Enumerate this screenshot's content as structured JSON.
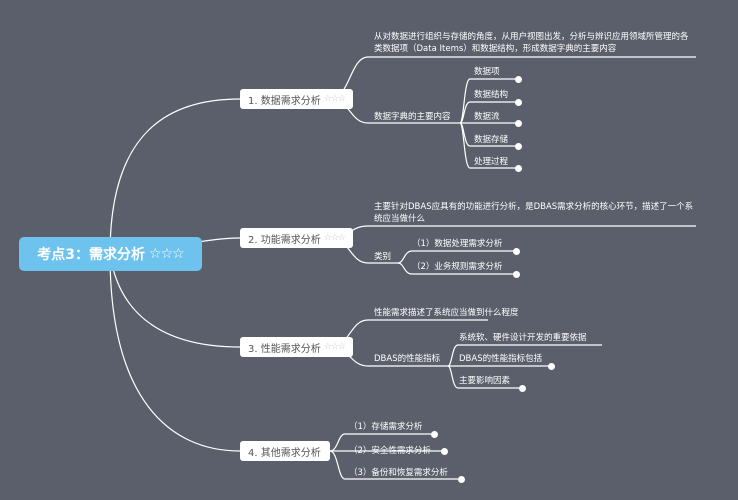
{
  "root": {
    "label": "考点3：需求分析",
    "stars": "☆☆☆"
  },
  "branches": [
    {
      "label": "1. 数据需求分析",
      "stars": "☆☆☆",
      "items": [
        {
          "text": "从对数据进行组织与存储的角度，从用户视图出发，分析与辨识应用领域所管理的各类数据项（Data Items）和数据结构，形成数据字典的主要内容"
        },
        {
          "text": "数据字典的主要内容",
          "children": [
            "数据项",
            "数据结构",
            "数据流",
            "数据存储",
            "处理过程"
          ]
        }
      ]
    },
    {
      "label": "2. 功能需求分析",
      "stars": "☆☆☆",
      "items": [
        {
          "text": "主要针对DBAS应具有的功能进行分析，是DBAS需求分析的核心环节，描述了一个系统应当做什么"
        },
        {
          "text": "类别",
          "children": [
            "（1）数据处理需求分析",
            "（2）业务规则需求分析"
          ]
        }
      ]
    },
    {
      "label": "3. 性能需求分析",
      "stars": "☆☆☆",
      "items": [
        {
          "text": "性能需求描述了系统应当做到什么程度"
        },
        {
          "text": "DBAS的性能指标",
          "children": [
            "系统软、硬件设计开发的重要依据",
            "DBAS的性能指标包括",
            "主要影响因素"
          ]
        }
      ]
    },
    {
      "label": "4. 其他需求分析",
      "items": [
        {
          "text": "（1）存储需求分析"
        },
        {
          "text": "（2）安全性需求分析"
        },
        {
          "text": "（3）备份和恢复需求分析"
        }
      ]
    }
  ]
}
